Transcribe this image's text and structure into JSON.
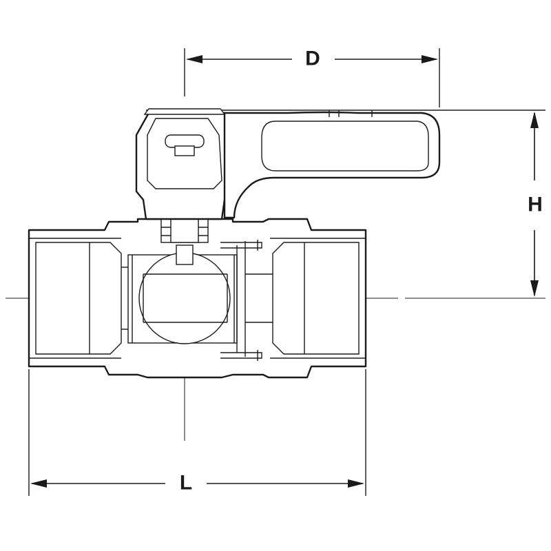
{
  "dimensions": {
    "width_top": "D",
    "height_right": "H",
    "length_bottom": "L"
  },
  "colors": {
    "line": "#1a1a1a",
    "background": "#ffffff"
  }
}
